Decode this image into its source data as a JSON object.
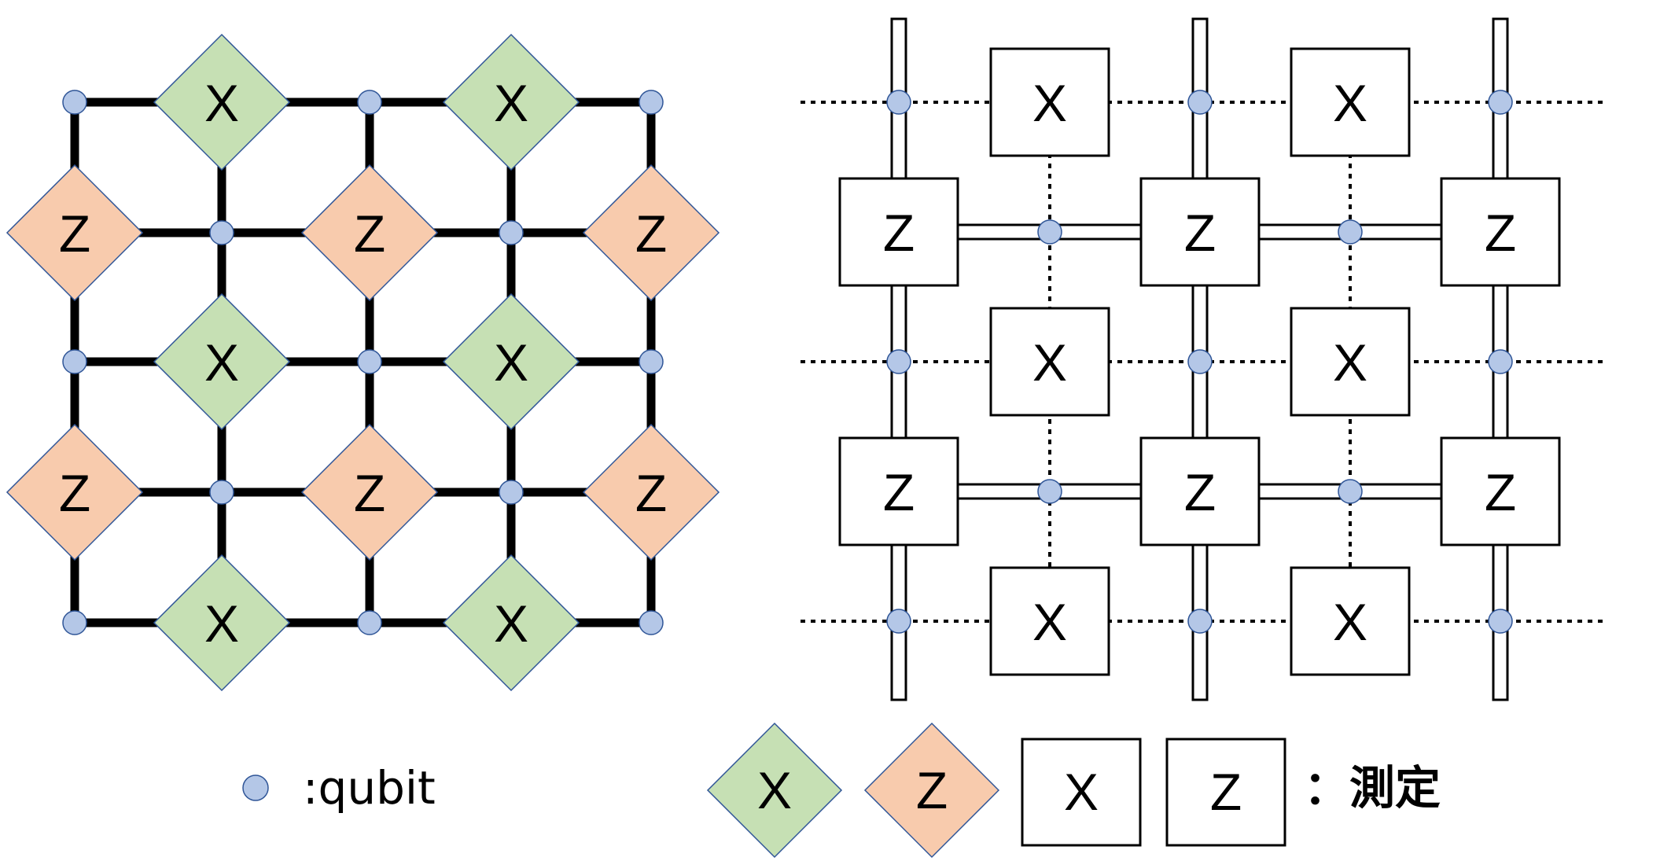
{
  "colors": {
    "x_plaquette": "#c6e0b4",
    "z_plaquette": "#f8cbad",
    "qubit": "#b4c7e7",
    "edge": "#000000",
    "plaquette_border": "#2f5597"
  },
  "left_panel": {
    "x_label": "X",
    "z_label": "Z"
  },
  "right_panel": {
    "x_label": "X",
    "z_label": "Z"
  },
  "legend": {
    "qubit_text": ":qubit",
    "x_diamond": "X",
    "z_diamond": "Z",
    "x_box": "X",
    "z_box": "Z",
    "measure_text": "：測定"
  }
}
